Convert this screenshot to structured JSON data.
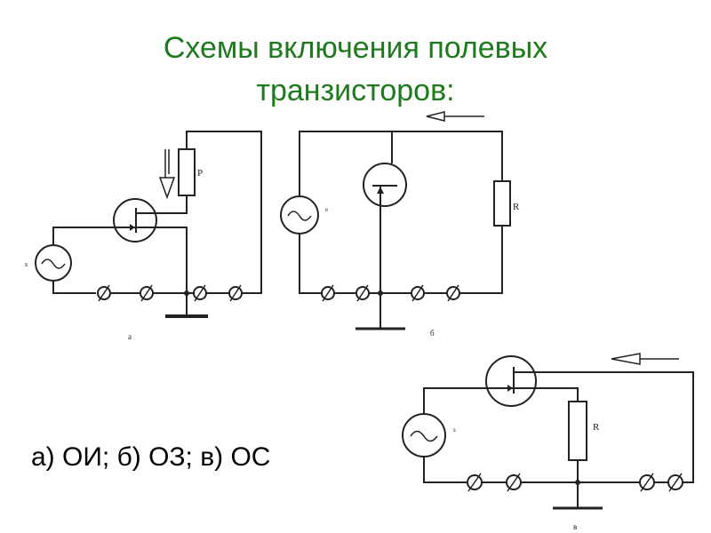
{
  "title": {
    "line1": "Схемы включения полевых",
    "line2": "транзисторов:"
  },
  "caption": "а) ОИ; б) ОЗ; в) ОС",
  "diagram_a": {
    "label": "а",
    "resistor_label": "Р",
    "source_label": "s"
  },
  "diagram_b": {
    "label": "б",
    "resistor_label": "R",
    "source_label": "e"
  },
  "diagram_c": {
    "label": "в",
    "resistor_label": "R",
    "source_label": "s"
  }
}
